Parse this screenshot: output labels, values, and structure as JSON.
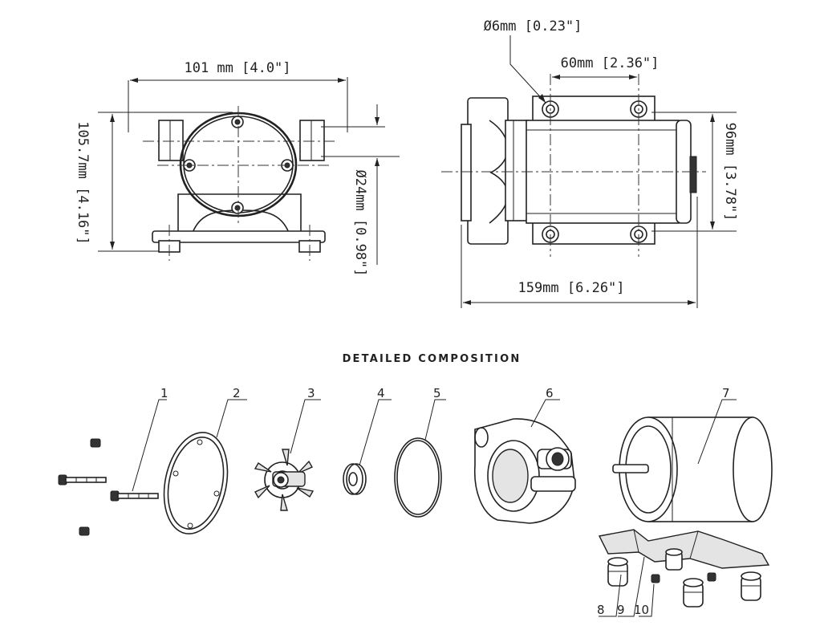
{
  "dimensions": {
    "width_front": "101 mm [4.0\"]",
    "height_front": "105.7mm [4.16\"]",
    "port_diameter": "Ø24mm [0.98\"]",
    "hole_diameter": "Ø6mm [0.23\"]",
    "hole_spacing": "60mm [2.36\"]",
    "motor_height": "96mm [3.78\"]",
    "overall_length": "159mm [6.26\"]"
  },
  "section_title": "DETAILED COMPOSITION",
  "parts": [
    "1",
    "2",
    "3",
    "4",
    "5",
    "6",
    "7",
    "8",
    "9",
    "10"
  ]
}
